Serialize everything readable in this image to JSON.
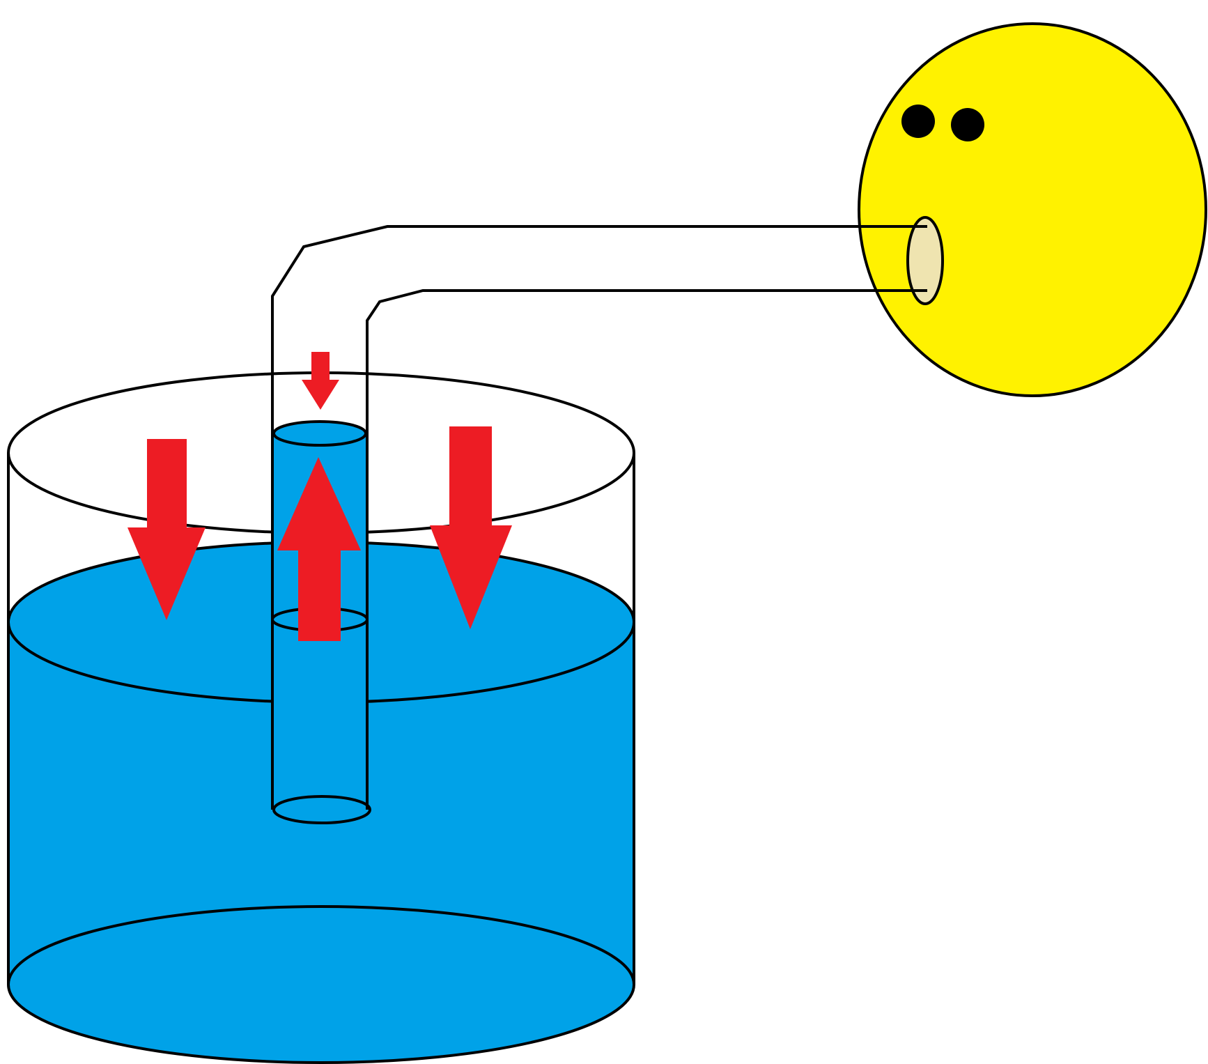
{
  "colors": {
    "water": "#00a2e8",
    "arrow": "#ed1c24",
    "face": "#fff200",
    "mouth": "#efe4b0",
    "outline": "#000000",
    "eyes": "#000000",
    "background": "#ffffff"
  },
  "figure": {
    "subject": "straw-siphon-pressure-diagram",
    "arrows": {
      "outside_left": "down",
      "outside_right": "down",
      "inside_straw_top": "down",
      "inside_straw_column": "up",
      "relative_size": {
        "outside_left": "large",
        "outside_right": "large",
        "inside_straw_top": "small",
        "inside_straw_column": "large"
      }
    },
    "face": {
      "eyes": 2,
      "mouth": "open-oval-holding-straw"
    }
  }
}
